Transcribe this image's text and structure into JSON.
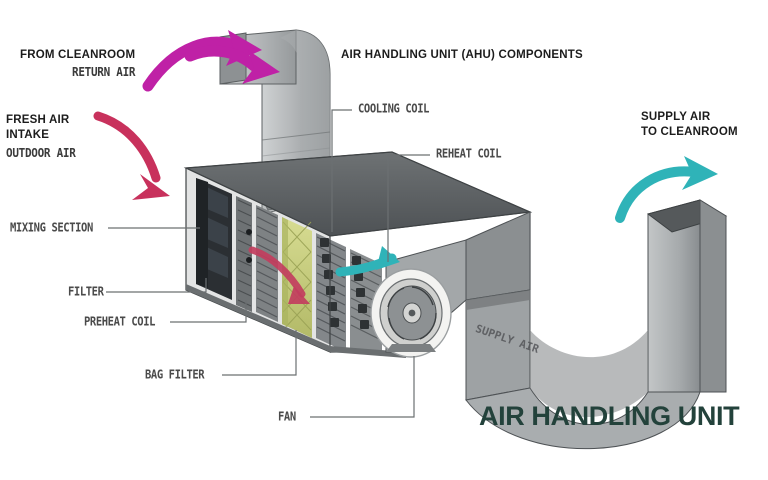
{
  "diagram": {
    "heading": "AIR HANDLING UNIT (AHU) COMPONENTS",
    "title": "AIR HANDLING UNIT",
    "duct_surface_text": "SUPPLY AIR"
  },
  "flow_labels": [
    {
      "id": "return-air",
      "line1": "FROM CLEANROOM",
      "line2": "RETURN AIR",
      "color": "#bf21a6"
    },
    {
      "id": "fresh-air",
      "line1": "FRESH AIR",
      "line2": "INTAKE",
      "line3": "OUTDOOR AIR",
      "color": "#c8315c"
    },
    {
      "id": "supply-air",
      "line1": "SUPPLY AIR",
      "line2": "TO CLEANROOM",
      "color": "#2fb3b8"
    }
  ],
  "components": [
    {
      "id": "mixing-section",
      "label": "MIXING SECTION"
    },
    {
      "id": "filter",
      "label": "FILTER"
    },
    {
      "id": "preheat-coil",
      "label": "PREHEAT COIL"
    },
    {
      "id": "bag-filter",
      "label": "BAG FILTER"
    },
    {
      "id": "fan",
      "label": "FAN"
    },
    {
      "id": "cooling-coil",
      "label": "COOLING COIL"
    },
    {
      "id": "reheat-coil",
      "label": "REHEAT COIL"
    }
  ],
  "palette": {
    "magenta": "#bf21a6",
    "crimson": "#c8315c",
    "teal": "#2fb3b8",
    "title_green": "#23423b",
    "metal_light": "#b9bcbd",
    "metal_mid": "#9b9ea0",
    "metal_dark": "#6f7375",
    "casing_dark": "#54585b",
    "bagfilter_yellow": "#c9cf7d"
  }
}
